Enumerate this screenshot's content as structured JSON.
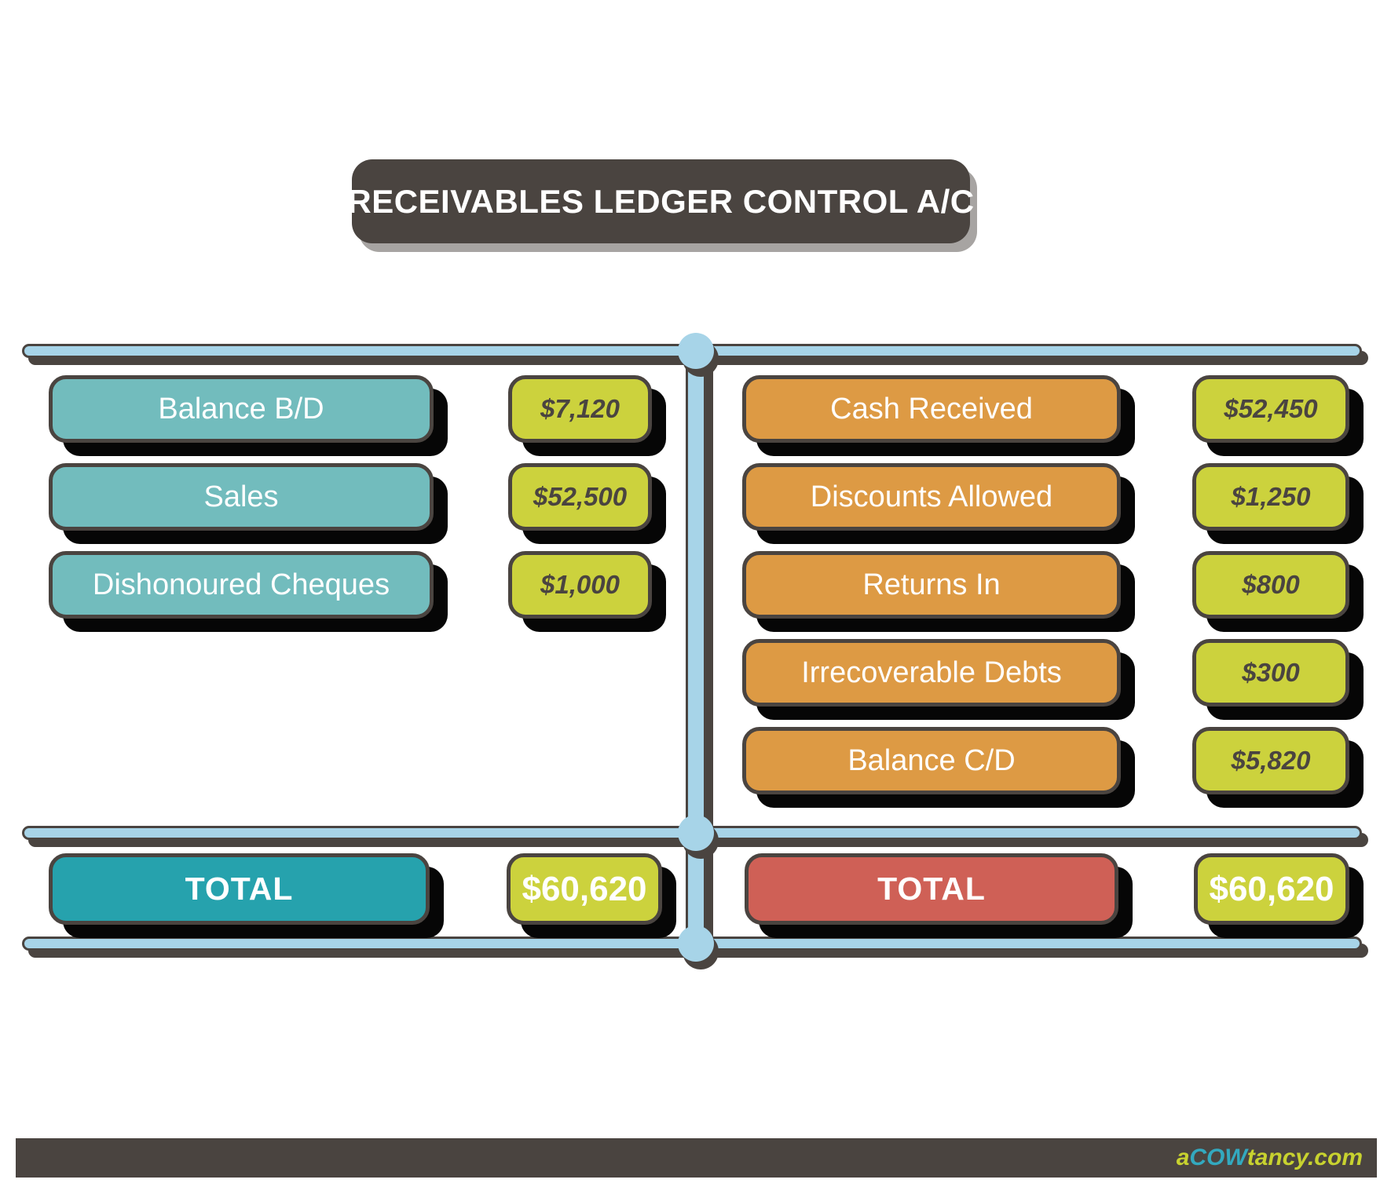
{
  "title": "RECEIVABLES LEDGER CONTROL A/C",
  "debit_side": {
    "rows": [
      {
        "label": "Balance B/D",
        "value": "$7,120"
      },
      {
        "label": "Sales",
        "value": "$52,500"
      },
      {
        "label": "Dishonoured Cheques",
        "value": "$1,000"
      }
    ],
    "total": {
      "label": "TOTAL",
      "value": "$60,620"
    }
  },
  "credit_side": {
    "rows": [
      {
        "label": "Cash Received",
        "value": "$52,450"
      },
      {
        "label": "Discounts Allowed",
        "value": "$1,250"
      },
      {
        "label": "Returns In",
        "value": "$800"
      },
      {
        "label": "Irrecoverable Debts",
        "value": "$300"
      },
      {
        "label": "Balance C/D",
        "value": "$5,820"
      }
    ],
    "total": {
      "label": "TOTAL",
      "value": "$60,620"
    }
  },
  "footer": {
    "logo": {
      "prefix": "a",
      "highlight": "COW",
      "suffix": "tancy.com"
    }
  },
  "colors": {
    "dark_outline": "#4a4440",
    "connector_blue": "#a7d4e8",
    "debit_teal": "#72bcbd",
    "debit_total_teal": "#26a2ad",
    "credit_orange": "#dd9a44",
    "credit_total_red": "#cf6056",
    "value_yellow_green": "#ccd23d",
    "logo_cyan": "#33a9bf",
    "logo_green": "#c8d22f"
  }
}
